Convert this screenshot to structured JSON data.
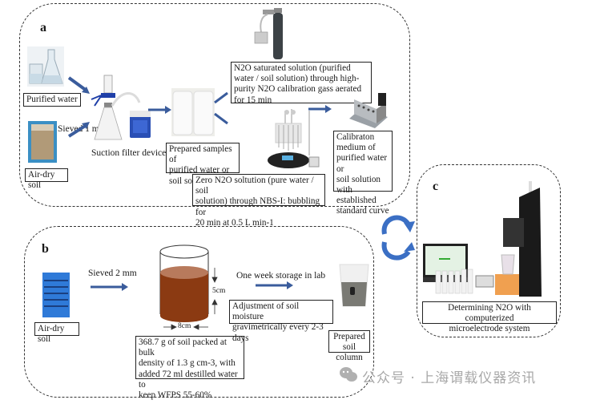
{
  "panels": {
    "a": {
      "label": "a",
      "items": {
        "purified_water": "Purified water",
        "air_dry_soil": "Air-dry soil",
        "sieved": "Sieved 1 mm",
        "suction_filter": "Suction filter device",
        "prepared_samples": [
          "Prepared samples of",
          "purified water or",
          " soil solution"
        ],
        "n2o_saturated": [
          "N2O saturated solution (purified",
          "water / soil solution) through high-",
          "purity N2O calibration gass aerated",
          "for 15 min"
        ],
        "zero_n2o": [
          "Zero N2O soltution (pure water / soil",
          "solution) through NBS-I: bubbling for",
          "20 min at 0.5 L min-1"
        ],
        "calibration": [
          "Calibraton",
          "medium of",
          "purified water or",
          "soil solution",
          "with established",
          "standard curve"
        ]
      }
    },
    "b": {
      "label": "b",
      "items": {
        "air_dry_soil": "Air-dry soil",
        "sieved": "Sieved 2 mm",
        "height_dim": "5cm",
        "width_dim": "8cm",
        "soil_packing": [
          "368.7 g of soil packed at bulk",
          "density of 1.3 g cm-3, with",
          "added 72 ml destilled water  to",
          "keep WFPS 55-60%"
        ],
        "storage": "One week storage in lab",
        "moisture": [
          "Adjustment of soil moisture",
          "gravimetrically  every 2-3 days"
        ],
        "prepared_column": [
          "Prepared",
          "soil column"
        ]
      }
    },
    "c": {
      "label": "c",
      "items": {
        "determining": [
          "Determining N2O with computerized",
          "microelectrode system"
        ]
      }
    }
  },
  "watermark": "公众号 · 上海谓载仪器资讯",
  "colors": {
    "arrow": "#3a5c9c",
    "cycle_arrow": "#3b6fc4",
    "soil": "#8b3a12",
    "soil_top": "#b87a5c",
    "dash": "#333333"
  }
}
